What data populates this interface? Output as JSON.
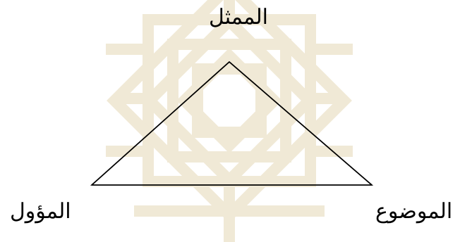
{
  "diagram": {
    "type": "semiotic-triangle",
    "labels": {
      "top": "الممثل",
      "bottom_left": "المؤول",
      "bottom_right": "الموضوع"
    },
    "background_pattern": "geometric-arabesque-watermark",
    "colors": {
      "watermark": "#efe7d2",
      "line": "#000000",
      "text": "#000000",
      "background": "#ffffff"
    }
  }
}
